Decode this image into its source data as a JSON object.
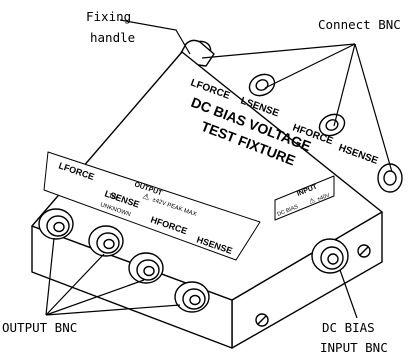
{
  "callouts": {
    "fixing_handle_line1": "Fixing",
    "fixing_handle_line2": "handle",
    "connect_bnc": "Connect BNC",
    "output_bnc": "OUTPUT BNC",
    "dc_bias_line1": "DC BIAS",
    "dc_bias_line2": "INPUT BNC"
  },
  "top_panel": {
    "labels": [
      "LFORCE",
      "LSENSE",
      "HFORCE",
      "HSENSE"
    ],
    "title_line1": "DC  BIAS  VOLTAGE",
    "title_line2": "TEST  FIXTURE"
  },
  "front_panel": {
    "output_heading": "OUTPUT",
    "warning_text": "±42V PEAK MAX",
    "to_text": "TO",
    "unknown_text": "UNKNOWN",
    "labels": [
      "LFORCE",
      "LSENSE",
      "HFORCE",
      "HSENSE"
    ]
  },
  "side_panel": {
    "input_heading": "INPUT",
    "sub_text": "DC BIAS",
    "warning_text": "±40V"
  },
  "warning_symbol": "⚠"
}
